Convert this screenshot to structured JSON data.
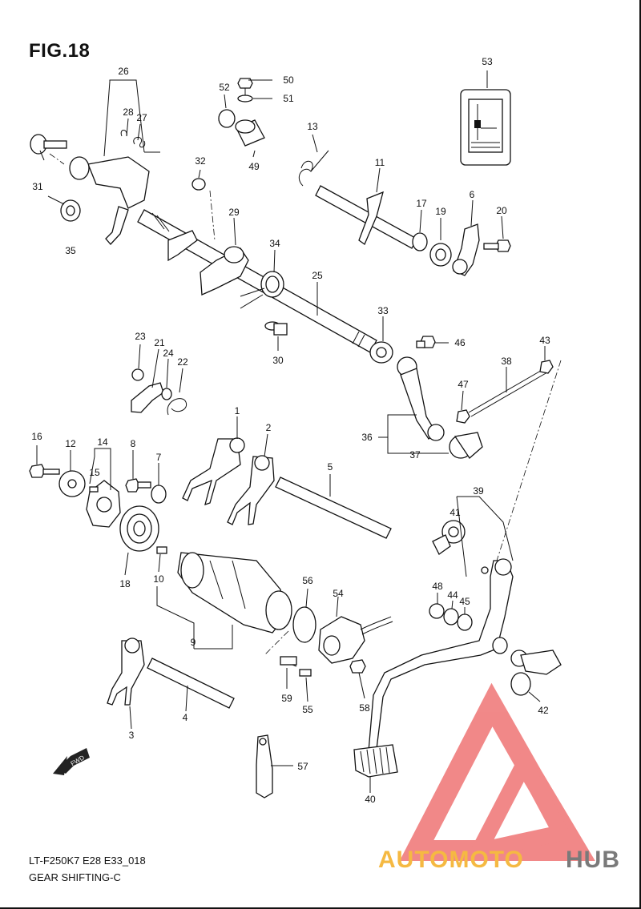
{
  "figure": {
    "title": "FIG.18",
    "model_code": "LT-F250K7 E28 E33_018",
    "section_name": "GEAR SHIFTING-C"
  },
  "callouts": [
    "1",
    "2",
    "3",
    "4",
    "5",
    "6",
    "7",
    "8",
    "9",
    "10",
    "11",
    "12",
    "13",
    "14",
    "15",
    "16",
    "17",
    "18",
    "19",
    "20",
    "21",
    "22",
    "23",
    "24",
    "25",
    "26",
    "27",
    "28",
    "29",
    "30",
    "31",
    "32",
    "33",
    "34",
    "35",
    "36",
    "37",
    "38",
    "39",
    "40",
    "41",
    "42",
    "43",
    "44",
    "45",
    "46",
    "47",
    "48",
    "49",
    "50",
    "51",
    "52",
    "53",
    "54",
    "55",
    "56",
    "57",
    "58",
    "59"
  ],
  "fwd_arrow": {
    "label": "FWD",
    "icon": "front-direction-arrow-icon"
  },
  "watermark": {
    "word_1": "AUTOMOTO",
    "word_2": "HUB",
    "color_1": "#f5b942",
    "color_2": "#7a7a7a",
    "logo_color": "#e83a3a",
    "icon": "triangle-a-logo-icon"
  }
}
